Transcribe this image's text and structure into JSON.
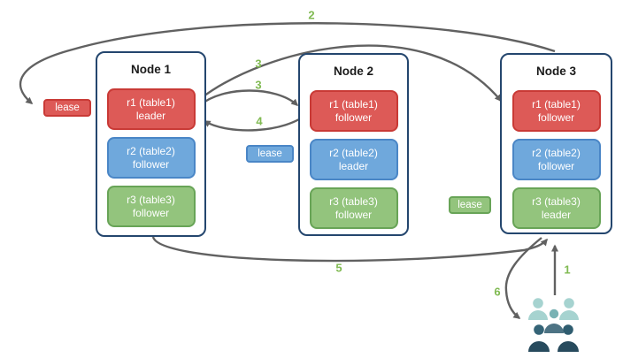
{
  "nodes": [
    {
      "title": "Node 1",
      "replicas": [
        {
          "range": "r1 (table1)",
          "role": "leader",
          "color": "#dd5a57"
        },
        {
          "range": "r2 (table2)",
          "role": "follower",
          "color": "#6fa8dc"
        },
        {
          "range": "r3 (table3)",
          "role": "follower",
          "color": "#93c47d"
        }
      ]
    },
    {
      "title": "Node 2",
      "replicas": [
        {
          "range": "r1 (table1)",
          "role": "follower",
          "color": "#dd5a57"
        },
        {
          "range": "r2 (table2)",
          "role": "leader",
          "color": "#6fa8dc"
        },
        {
          "range": "r3 (table3)",
          "role": "follower",
          "color": "#93c47d"
        }
      ]
    },
    {
      "title": "Node 3",
      "replicas": [
        {
          "range": "r1 (table1)",
          "role": "follower",
          "color": "#dd5a57"
        },
        {
          "range": "r2 (table2)",
          "role": "follower",
          "color": "#6fa8dc"
        },
        {
          "range": "r3 (table3)",
          "role": "leader",
          "color": "#93c47d"
        }
      ]
    }
  ],
  "leases": [
    {
      "label": "lease",
      "color": "#dd5a57"
    },
    {
      "label": "lease",
      "color": "#6fa8dc"
    },
    {
      "label": "lease",
      "color": "#93c47d"
    }
  ],
  "steps": [
    {
      "label": "1"
    },
    {
      "label": "2"
    },
    {
      "label": "3"
    },
    {
      "label": "3"
    },
    {
      "label": "4"
    },
    {
      "label": "5"
    },
    {
      "label": "6"
    }
  ],
  "icons": {
    "users_group": "users-group-icon"
  },
  "colors": {
    "replica_red": "#dd5a57",
    "replica_red_border": "#c93a36",
    "replica_blue": "#6fa8dc",
    "replica_blue_border": "#4a86c6",
    "replica_green": "#93c47d",
    "replica_green_border": "#68a457",
    "node_border": "#24466e",
    "arrow_gray": "#616161",
    "step_label_green": "#80ba52",
    "users_light_teal": "#a6d3d0",
    "users_mid_teal": "#78b2b4",
    "users_slate": "#4d7384",
    "users_dark_navy": "#274a5d"
  }
}
